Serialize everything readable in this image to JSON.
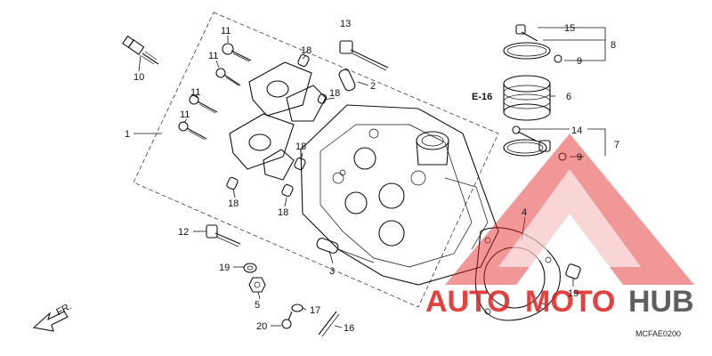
{
  "callouts": [
    {
      "id": "c1",
      "text": "1"
    },
    {
      "id": "c2",
      "text": "2"
    },
    {
      "id": "c3",
      "text": "3"
    },
    {
      "id": "c4",
      "text": "4"
    },
    {
      "id": "c5",
      "text": "5"
    },
    {
      "id": "c6",
      "text": "6"
    },
    {
      "id": "c7",
      "text": "7"
    },
    {
      "id": "c8",
      "text": "8"
    },
    {
      "id": "c9a",
      "text": "9"
    },
    {
      "id": "c9b",
      "text": "9"
    },
    {
      "id": "c10",
      "text": "10"
    },
    {
      "id": "c11a",
      "text": "11"
    },
    {
      "id": "c11b",
      "text": "11"
    },
    {
      "id": "c11c",
      "text": "11"
    },
    {
      "id": "c11d",
      "text": "11"
    },
    {
      "id": "c12",
      "text": "12"
    },
    {
      "id": "c13",
      "text": "13"
    },
    {
      "id": "c14",
      "text": "14"
    },
    {
      "id": "c15",
      "text": "15"
    },
    {
      "id": "c16",
      "text": "16"
    },
    {
      "id": "c17",
      "text": "17"
    },
    {
      "id": "c18a",
      "text": "18"
    },
    {
      "id": "c18b",
      "text": "18"
    },
    {
      "id": "c18c",
      "text": "18"
    },
    {
      "id": "c18d",
      "text": "18"
    },
    {
      "id": "c18e",
      "text": "18"
    },
    {
      "id": "c19a",
      "text": "19"
    },
    {
      "id": "c19b",
      "text": "19"
    },
    {
      "id": "c20",
      "text": "20"
    }
  ],
  "reference": "E-16",
  "direction_label": "FR.",
  "diagram_code": "MCFAE0200",
  "watermark": {
    "auto": "AUTO",
    "moto": "MOTO",
    "hub": "HUB",
    "accent": "#e02020",
    "dark": "#444444"
  }
}
